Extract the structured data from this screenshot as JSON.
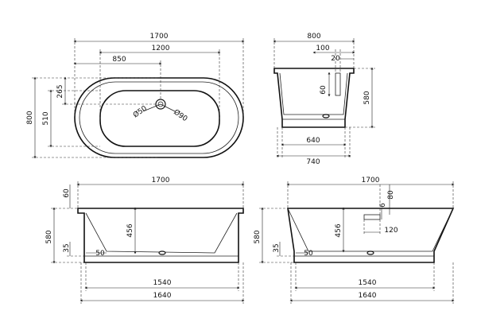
{
  "top_view": {
    "overall_length": "1700",
    "inner_length": "1200",
    "drain_offset": "850",
    "overall_width": "800",
    "inner_width": "510",
    "drain_to_rim": "265",
    "drain_diameter": "Ø50",
    "overflow_diameter": "Ø90"
  },
  "end_view": {
    "overall_width": "800",
    "rim_width": "100",
    "rim_thickness": "20",
    "overflow_depth": "60",
    "height": "580",
    "inner_bottom_width": "640",
    "outer_bottom_width": "740"
  },
  "side_view_left": {
    "top_length": "1700",
    "rim_height": "60",
    "height": "580",
    "inner_depth": "456",
    "base_height": "35",
    "base_inset": "50",
    "inner_bottom_length": "1540",
    "outer_bottom_length": "1640"
  },
  "side_view_right": {
    "top_length": "1700",
    "height": "580",
    "inner_depth": "456",
    "base_height": "35",
    "base_inset": "50",
    "inner_bottom_length": "1540",
    "outer_bottom_length": "1640",
    "overflow_height": "80",
    "overflow_gap": "6",
    "overflow_width": "120"
  }
}
